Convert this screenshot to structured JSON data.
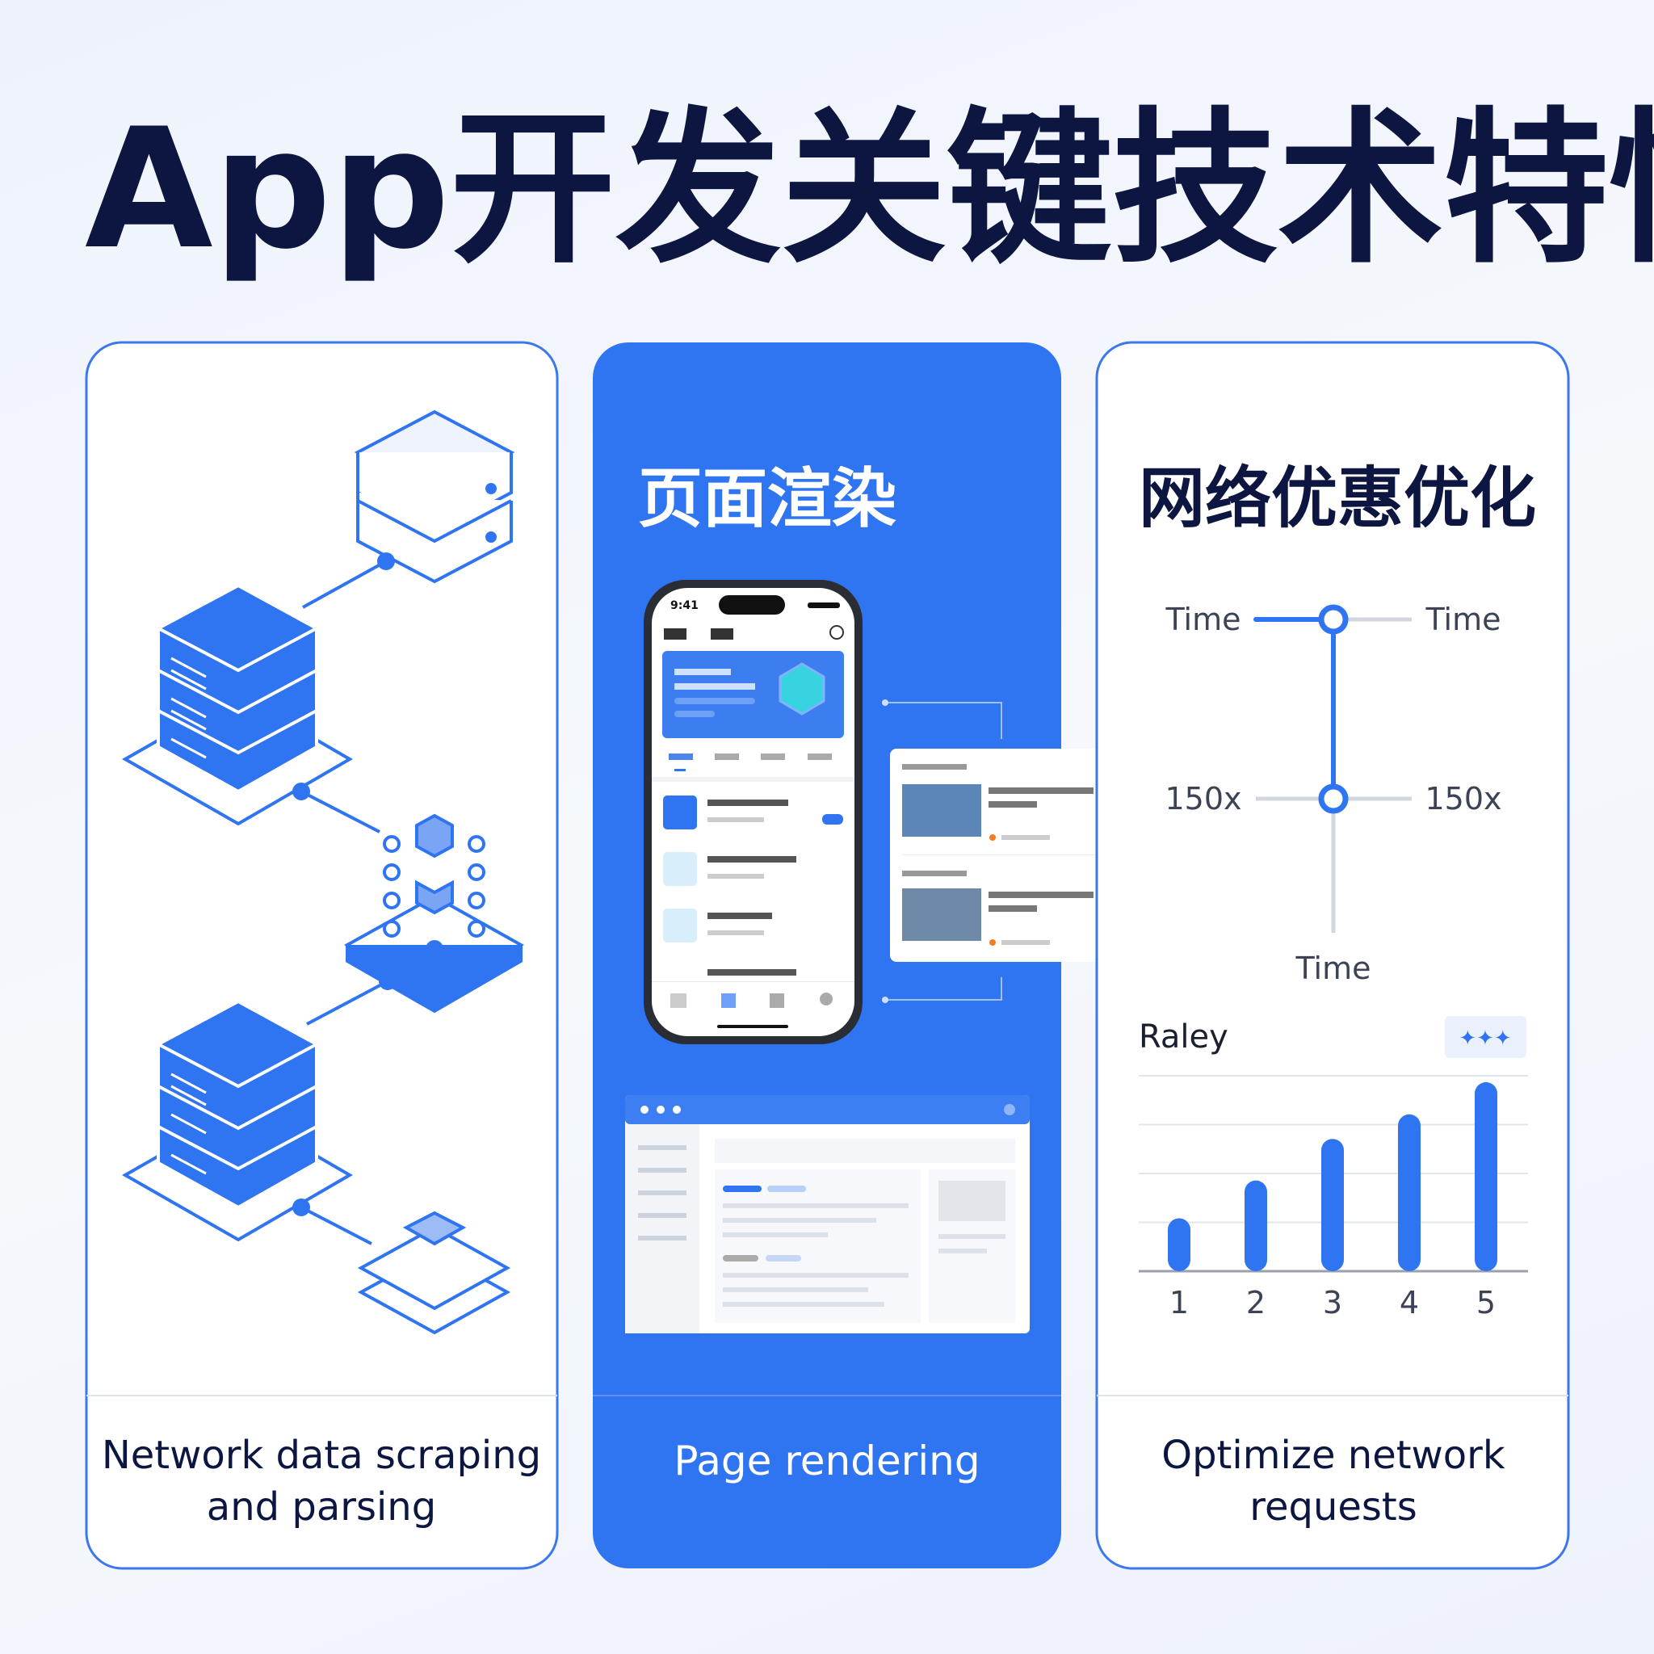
{
  "title": "App开发关键技术特性",
  "colors": {
    "accent": "#2f74f0",
    "title": "#0d1640",
    "card_border": "#3b78ec",
    "middle_card": "#2f74f0"
  },
  "cards": [
    {
      "caption_line1": "Network data scraping",
      "caption_line2": "and parsing",
      "illustration": "server-stack-network-icons"
    },
    {
      "heading": "页面渲染",
      "caption": "Page rendering",
      "phone": {
        "time": "9:41"
      },
      "illustration": "phone-and-browser-mockup"
    },
    {
      "heading": "网络优惠优化",
      "caption_line1": "Optimize network",
      "caption_line2": "requests",
      "timeline": {
        "top_left": "Time",
        "top_right": "Time",
        "mid_left": "150x",
        "mid_right": "150x",
        "bottom": "Time"
      },
      "chart_label": "Raley",
      "badge": "✦✦✦"
    }
  ],
  "chart_data": {
    "type": "bar",
    "title": "Raley",
    "categories": [
      "1",
      "2",
      "3",
      "4",
      "5"
    ],
    "values": [
      28,
      48,
      70,
      83,
      100
    ],
    "ylim": [
      0,
      100
    ],
    "grid": true,
    "color": "#2f74f0"
  }
}
